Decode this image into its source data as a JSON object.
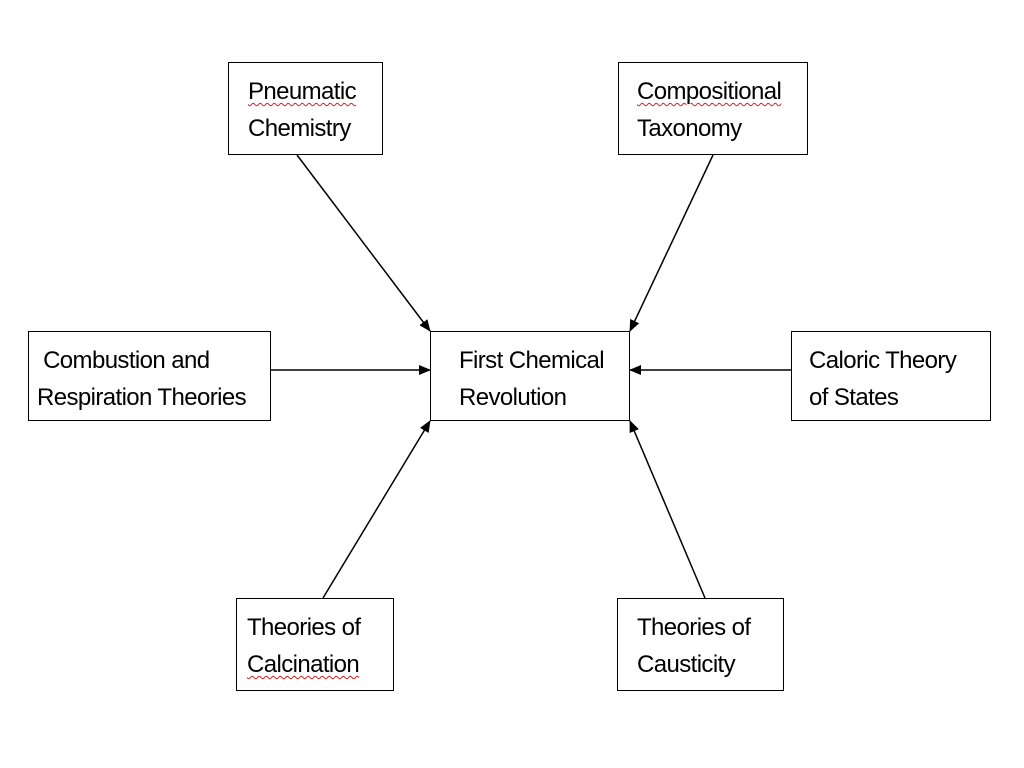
{
  "diagram": {
    "center": {
      "lines": [
        "First Chemical",
        "Revolution"
      ]
    },
    "nodes": [
      {
        "id": "pneumatic",
        "lines": [
          "Pneumatic",
          "Chemistry"
        ]
      },
      {
        "id": "compositional",
        "lines": [
          "Compositional",
          "Taxonomy"
        ]
      },
      {
        "id": "combustion",
        "lines": [
          " Combustion and",
          "Respiration Theories"
        ]
      },
      {
        "id": "caloric",
        "lines": [
          "Caloric Theory",
          "of States"
        ]
      },
      {
        "id": "calcination",
        "lines": [
          "Theories of",
          "Calcination"
        ]
      },
      {
        "id": "causticity",
        "lines": [
          "Theories of",
          "Causticity"
        ]
      }
    ],
    "edges": [
      {
        "from": "pneumatic",
        "to": "center"
      },
      {
        "from": "compositional",
        "to": "center"
      },
      {
        "from": "combustion",
        "to": "center"
      },
      {
        "from": "caloric",
        "to": "center"
      },
      {
        "from": "calcination",
        "to": "center"
      },
      {
        "from": "causticity",
        "to": "center"
      }
    ],
    "colors": {
      "stroke": "#000000",
      "background": "#ffffff",
      "spellcheck_underline": "#d22222"
    }
  }
}
